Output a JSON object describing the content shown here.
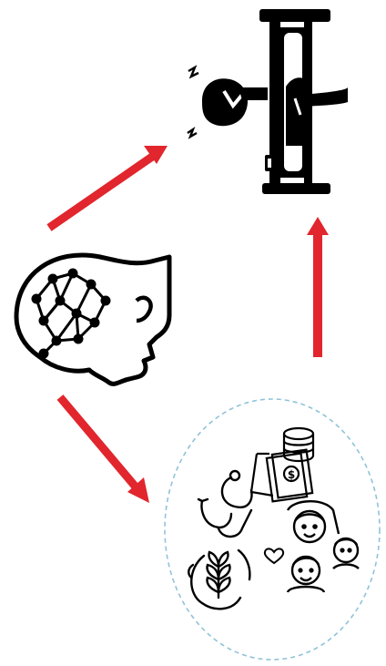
{
  "diagram": {
    "nodes": [
      {
        "id": "brain-head",
        "icon": "head-with-neural-network-icon"
      },
      {
        "id": "person-in-bed",
        "icon": "sleeping-person-in-bed-icon"
      },
      {
        "id": "life-factors-cluster",
        "icons": [
          "money-icon",
          "stethoscope-icon",
          "family-icon",
          "wheat-icon",
          "heart-icon"
        ]
      }
    ],
    "edges": [
      {
        "from": "brain-head",
        "to": "person-in-bed"
      },
      {
        "from": "brain-head",
        "to": "life-factors-cluster"
      },
      {
        "from": "life-factors-cluster",
        "to": "person-in-bed"
      }
    ],
    "colors": {
      "arrow": "#e1262d",
      "icon": "#000000",
      "dashed_circle": "#8fc3d9"
    }
  },
  "currency_symbol": "$"
}
